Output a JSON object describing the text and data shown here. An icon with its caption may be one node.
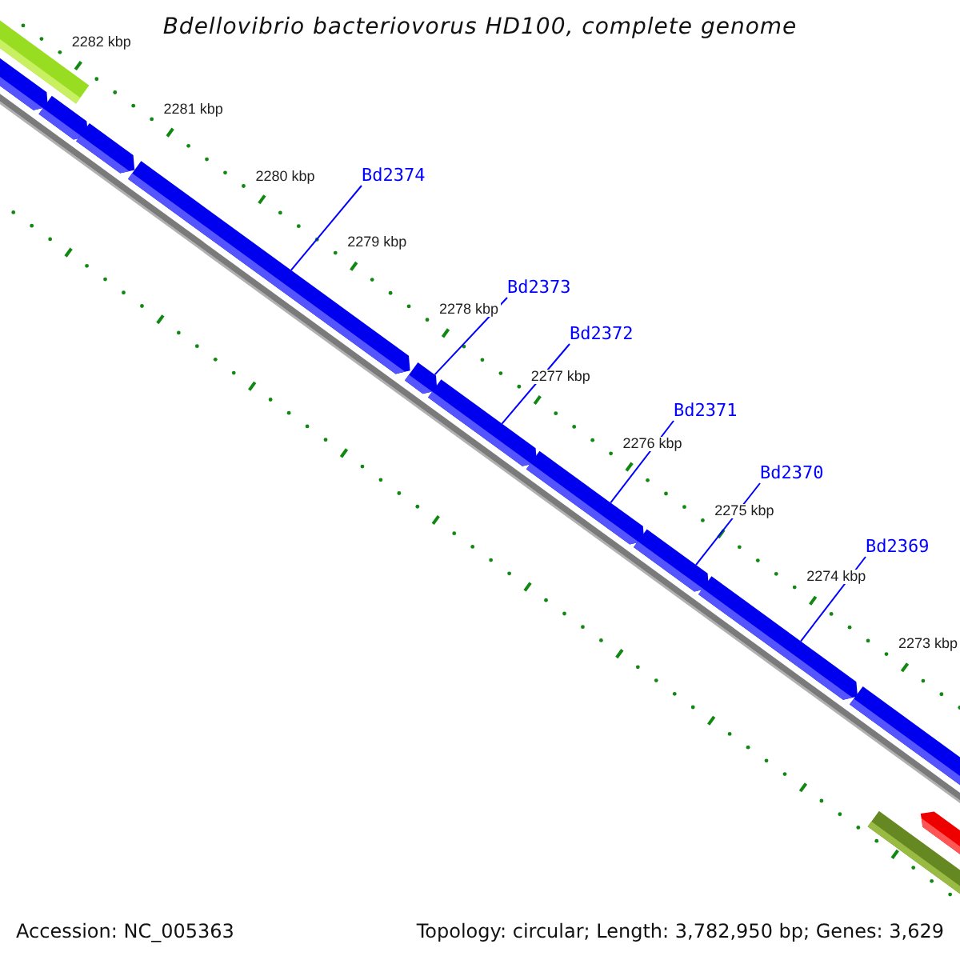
{
  "diagram": {
    "title": "Bdellovibrio bacteriovorus HD100, complete genome",
    "nodes": [
      {
        "text": [
          "Bd2374"
        ]
      },
      {
        "text": [
          "Bd2373"
        ]
      },
      {
        "text": [
          "Bd2372"
        ]
      },
      {
        "text": [
          "Bd2371"
        ]
      },
      {
        "text": [
          "Bd2370"
        ]
      },
      {
        "text": [
          "Bd2369"
        ]
      },
      {
        "text": [],
        "shape": "bar"
      },
      {
        "text": [],
        "shape": "bar"
      },
      {
        "text": [],
        "shape": "bar"
      },
      {
        "text": [],
        "shape": "bar"
      },
      {
        "text": [],
        "shape": "bar"
      },
      {
        "text": [],
        "shape": "bar"
      },
      {
        "text": [],
        "shape": "bar"
      },
      {
        "text": [],
        "shape": "bar"
      },
      {
        "text": [],
        "shape": "bar"
      },
      {
        "text": [],
        "shape": "bar"
      },
      {
        "text": [],
        "shape": "bar"
      },
      {
        "text": [],
        "shape": "bar"
      },
      {
        "text": [],
        "shape": "bar"
      }
    ],
    "edges": [
      {
        "from": 0,
        "to": 10,
        "arrow": "none"
      },
      {
        "from": 1,
        "to": 11,
        "arrow": "none"
      },
      {
        "from": 2,
        "to": 12,
        "arrow": "none"
      },
      {
        "from": 3,
        "to": 13,
        "arrow": "none"
      },
      {
        "from": 4,
        "to": 14,
        "arrow": "none"
      },
      {
        "from": 5,
        "to": 15,
        "arrow": "none"
      }
    ],
    "labels": [
      "2282 kbp",
      "2281 kbp",
      "2280 kbp",
      "2279 kbp",
      "2278 kbp",
      "2277 kbp",
      "2276 kbp",
      "2275 kbp",
      "2274 kbp",
      "2273 kbp",
      "Accession: NC_005363",
      "Topology: circular; Length: 3,782,950 bp; Genes: 3,629"
    ]
  }
}
